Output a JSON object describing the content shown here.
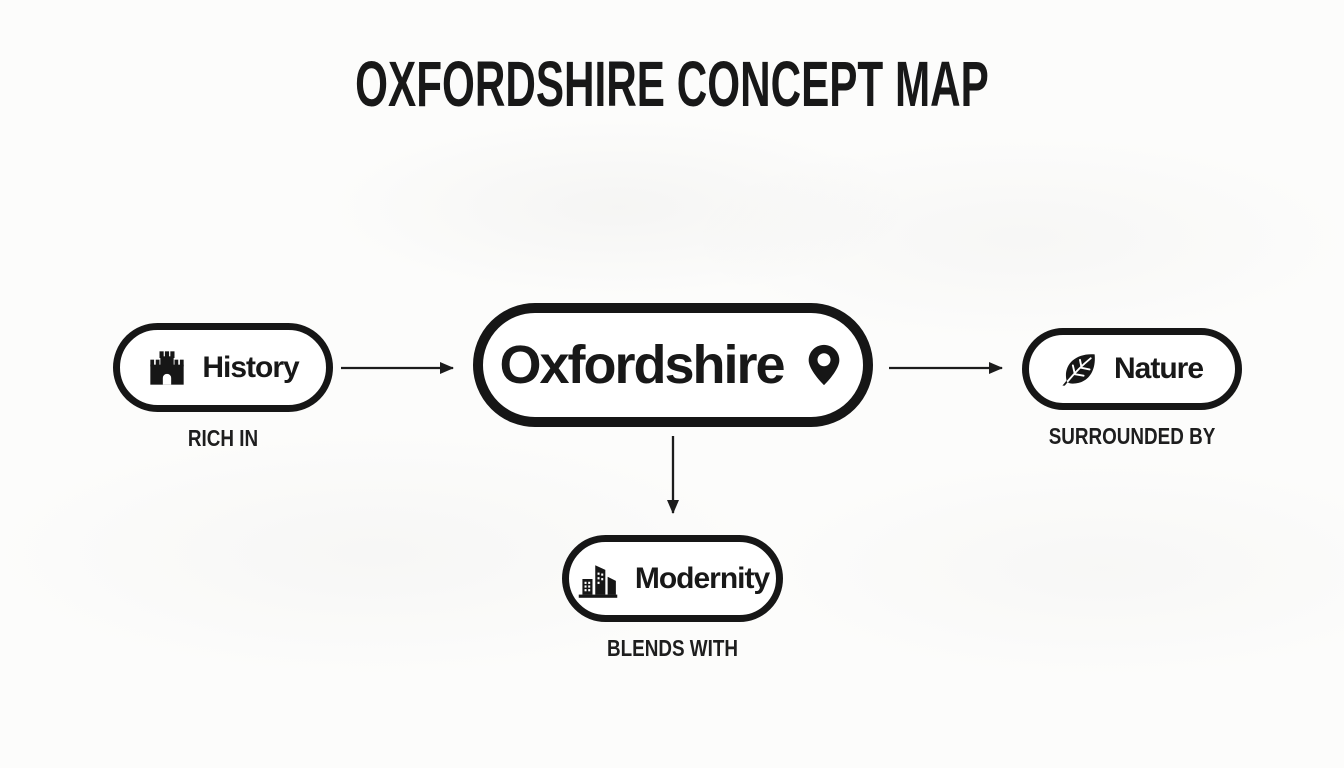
{
  "title": "OXFORDSHIRE CONCEPT MAP",
  "center_node": {
    "label": "Oxfordshire",
    "icon": "location-pin"
  },
  "nodes": [
    {
      "id": "history",
      "label": "History",
      "icon": "castle",
      "relation": "RICH IN",
      "position": "left"
    },
    {
      "id": "nature",
      "label": "Nature",
      "icon": "leaf",
      "relation": "SURROUNDED BY",
      "position": "right"
    },
    {
      "id": "modernity",
      "label": "Modernity",
      "icon": "buildings",
      "relation": "BLENDS WITH",
      "position": "bottom"
    }
  ],
  "edges": [
    {
      "from": "history",
      "to": "oxfordshire",
      "label": "RICH IN"
    },
    {
      "from": "oxfordshire",
      "to": "nature",
      "label": "SURROUNDED BY"
    },
    {
      "from": "oxfordshire",
      "to": "modernity",
      "label": "BLENDS WITH"
    }
  ],
  "colors": {
    "ink": "#161616",
    "background": "#fcfcfb",
    "node_fill": "#ffffff"
  }
}
